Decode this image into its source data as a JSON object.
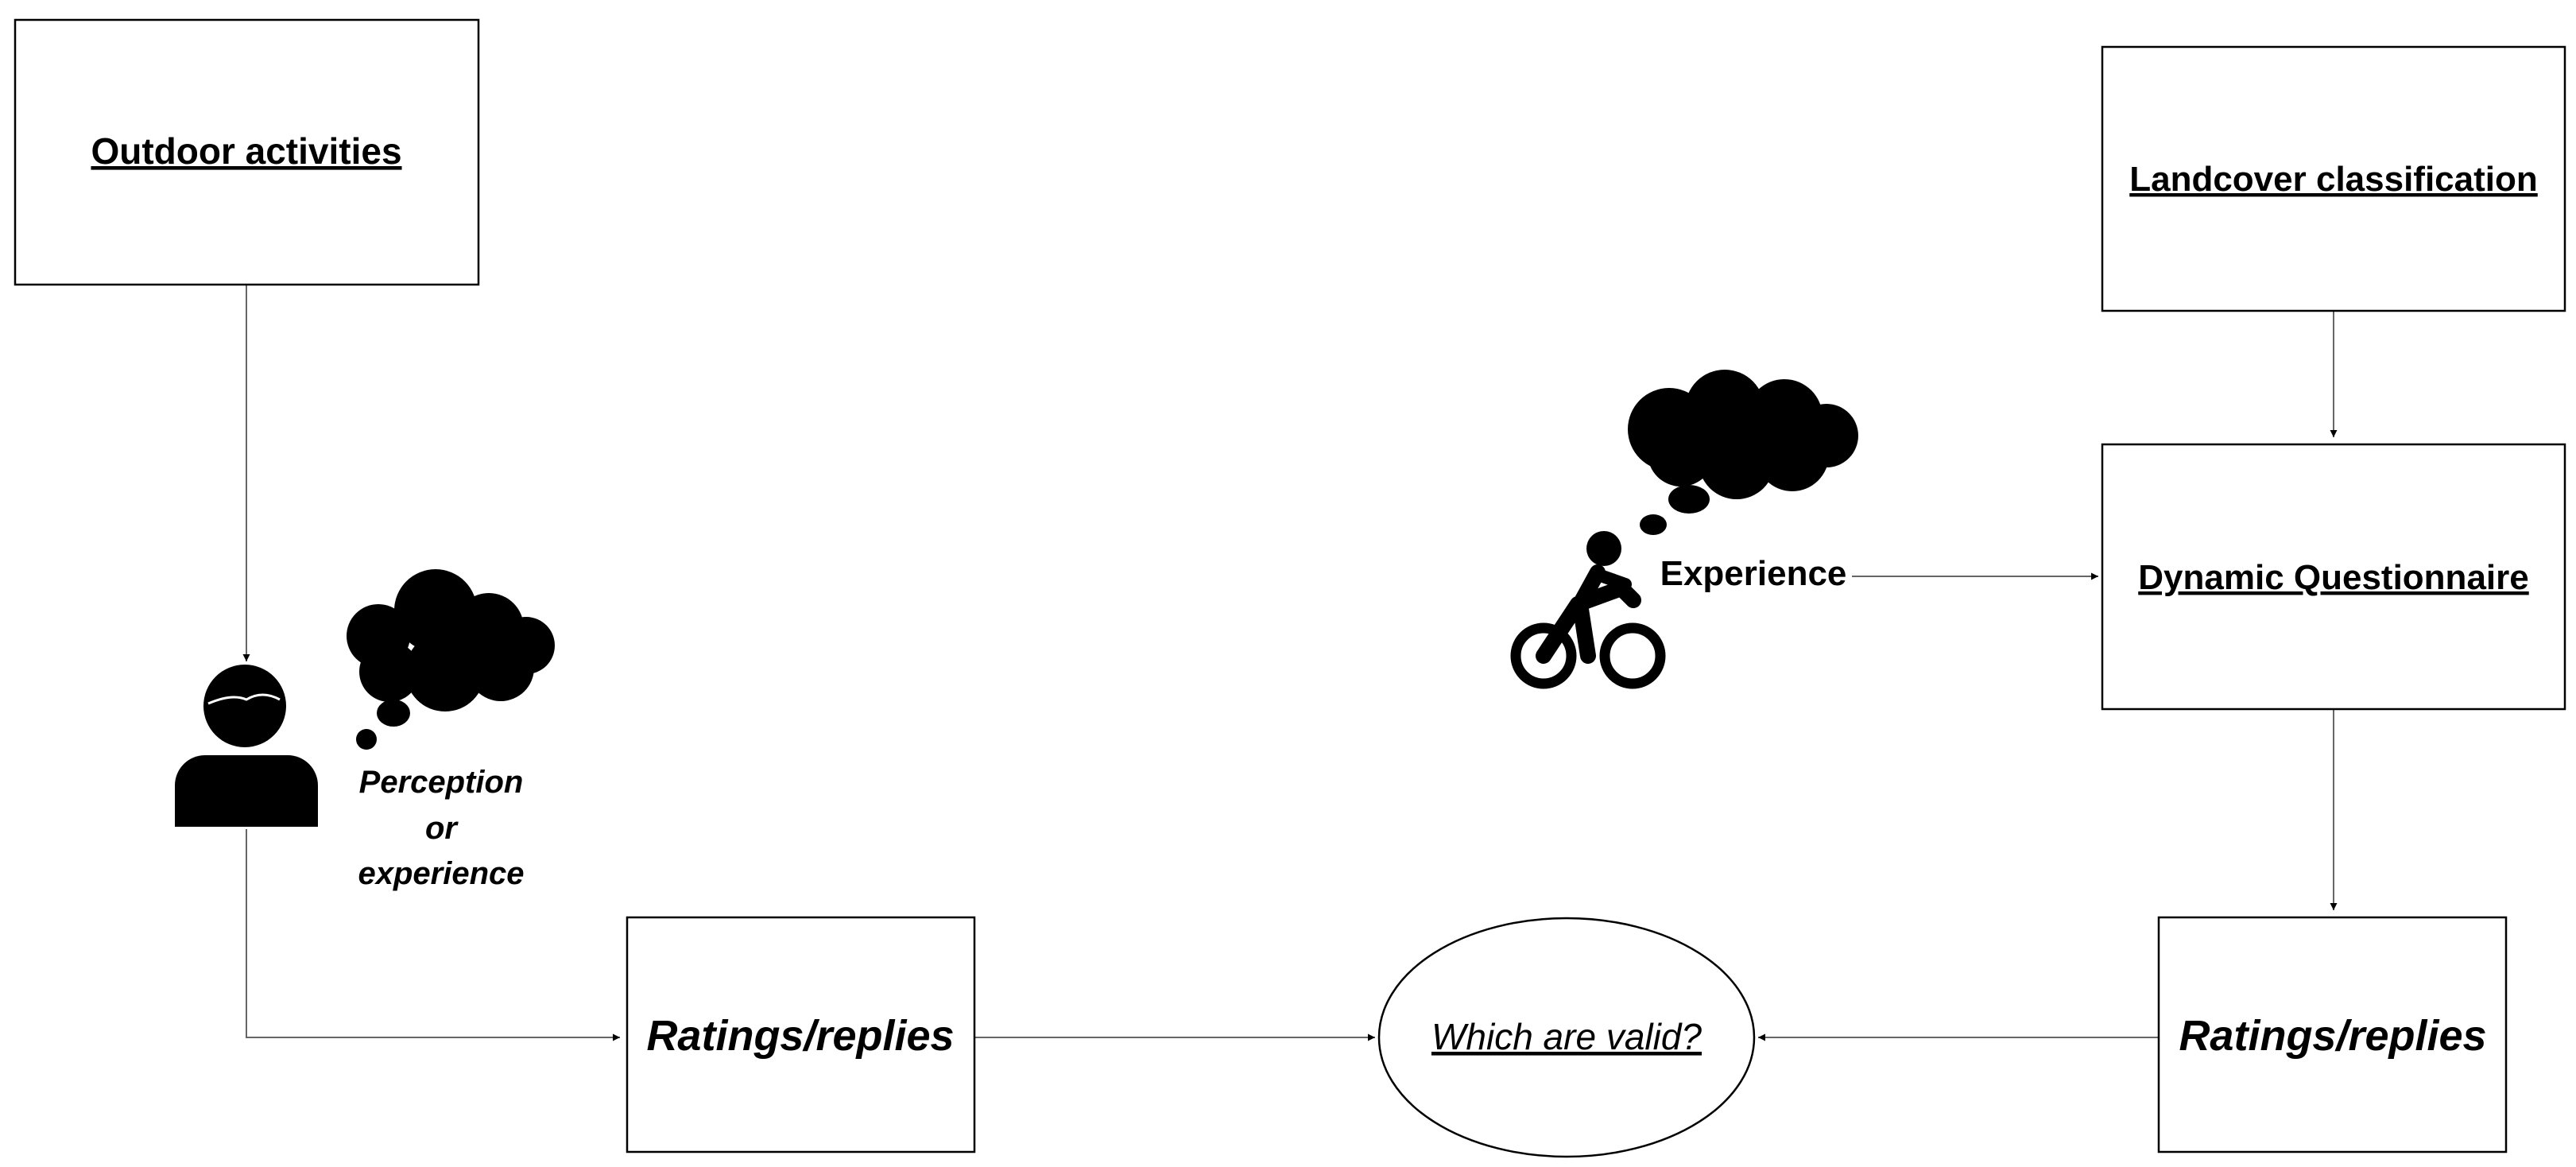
{
  "nodes": {
    "outdoor_activities": "Outdoor activities",
    "landcover_classification": "Landcover classification",
    "dynamic_questionnaire": "Dynamic Questionnaire",
    "ratings_left": "Ratings/replies",
    "ratings_right": "Ratings/replies",
    "which_valid": "Which are valid?"
  },
  "labels": {
    "perception_line1": "Perception",
    "perception_line2": "or",
    "perception_line3": "experience",
    "experience": "Experience"
  },
  "icons": [
    "person-icon",
    "thought-cloud-icon",
    "cyclist-icon"
  ],
  "colors": {
    "stroke": "#000000",
    "connector": "#555555",
    "background": "#ffffff"
  }
}
